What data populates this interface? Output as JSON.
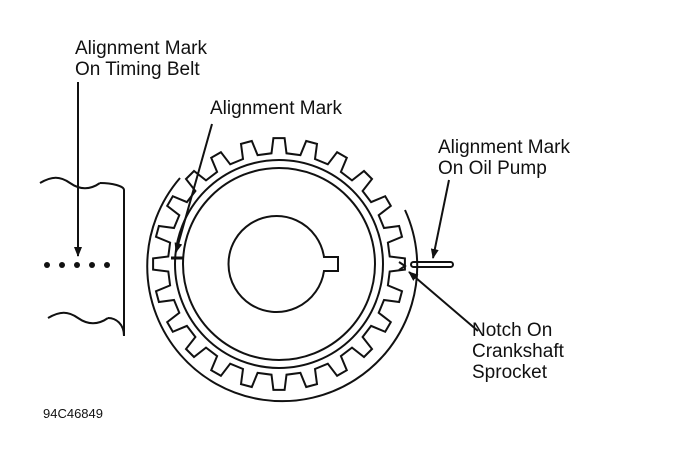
{
  "labels": {
    "timing_belt_mark": "Alignment Mark\nOn Timing Belt",
    "sprocket_mark": "Alignment Mark",
    "oil_pump_mark": "Alignment Mark\nOn Oil Pump",
    "notch": "Notch On\nCrankshaft\nSprocket"
  },
  "figure_code": "94C46849",
  "colors": {
    "ink": "#111111",
    "background": "#ffffff"
  }
}
